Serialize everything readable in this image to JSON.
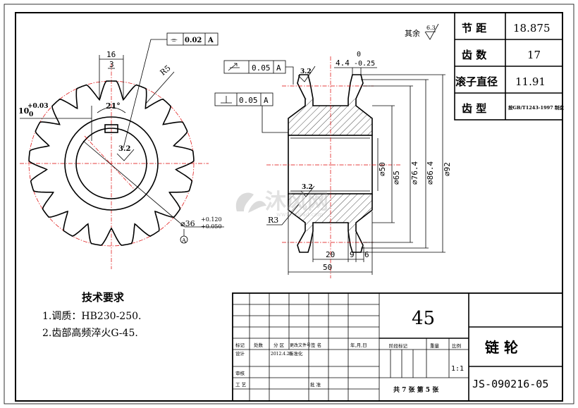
{
  "drawing": {
    "surface_finish_rest": "其余",
    "surface_finish_rest_value": "6.3",
    "front_view": {
      "width_16": "16",
      "width_3": "3",
      "angle_21": "21°",
      "radius_r5": "R5",
      "tolerance_10": "10",
      "tolerance_10_upper": "+0.03",
      "tolerance_10_lower": "0",
      "roughness_32": "3.2",
      "flatness_symbol": "⌯",
      "flatness_value": "0.02",
      "flatness_datum": "A",
      "bore_dia": "⌀36",
      "bore_upper": "+0.120",
      "bore_lower": "+0.050",
      "datum_a": "A"
    },
    "section_view": {
      "runout_value": "0.05",
      "runout_datum": "A",
      "perp_value": "0.05",
      "perp_datum": "A",
      "tooth_width": "4.4",
      "tooth_width_upper": "0",
      "tooth_width_lower": "-0.25",
      "roughness_top": "3.2",
      "roughness_inner": "3.2",
      "radius_r3": "R3",
      "dia_50": "⌀50",
      "dia_65": "⌀65",
      "dia_764": "⌀76.4",
      "dia_864": "⌀86.4",
      "dia_92": "⌀92",
      "dim_20": "20",
      "dim_9": "9",
      "dim_6": "6",
      "dim_50": "50"
    }
  },
  "params_table": [
    {
      "label": "节 距",
      "value": "18.875"
    },
    {
      "label": "齿 数",
      "value": "17"
    },
    {
      "label": "滚子直径",
      "value": "11.91"
    },
    {
      "label": "齿 型",
      "value": "按GB/T1243-1997 制造"
    }
  ],
  "tech_requirements": {
    "title": "技术要求",
    "items": [
      "1.调质：HB230-250.",
      "2.齿部高频淬火G-45."
    ]
  },
  "title_block": {
    "material": "45",
    "part_name": "链 轮",
    "drawing_no": "JS-090216-05",
    "scale": "1:1",
    "sheets": "共 7 张 第 5 张",
    "stage_mark": "阶段标记",
    "weight": "重量",
    "ratio": "比例",
    "header": [
      "标记",
      "处数",
      "分 区",
      "更改文件号",
      "签 名",
      "年,月,日"
    ],
    "design": "设计",
    "design_sign": "2012.4.20",
    "standardize": "标准化",
    "review": "审核",
    "process": "工 艺",
    "approve": "批 准"
  },
  "watermark": {
    "brand": "沐风网",
    "url": "www.mfcad.com"
  }
}
